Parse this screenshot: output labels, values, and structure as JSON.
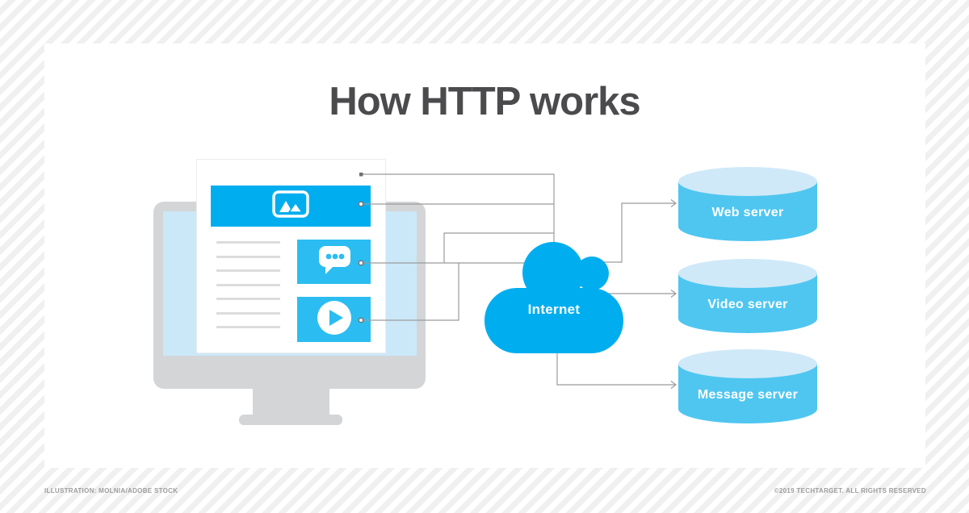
{
  "title": "How HTTP works",
  "client": {
    "name": "browser-on-desktop-computer",
    "page_text_line_count": 7,
    "page_elements": [
      {
        "icon": "image-icon",
        "meaning": "image banner"
      },
      {
        "icon": "chat-bubble-icon",
        "meaning": "message widget"
      },
      {
        "icon": "play-icon",
        "meaning": "video widget"
      }
    ]
  },
  "cloud": {
    "label": "Internet"
  },
  "servers": [
    {
      "label": "Web server"
    },
    {
      "label": "Video server"
    },
    {
      "label": "Message server"
    }
  ],
  "connections": [
    {
      "from": "webpage",
      "to": "internet"
    },
    {
      "from": "image-banner",
      "to": "internet"
    },
    {
      "from": "chat-widget",
      "to": "internet"
    },
    {
      "from": "video-widget",
      "to": "internet"
    },
    {
      "from": "internet",
      "to": "Web server"
    },
    {
      "from": "internet",
      "to": "Video server"
    },
    {
      "from": "internet",
      "to": "Message server"
    }
  ],
  "colors": {
    "brand_blue": "#00aeef",
    "widget_blue": "#2bbdf1",
    "server_body_blue": "#4fc6f0",
    "server_top_blue": "#cfe9f8",
    "screen_blue": "#cbe8f8",
    "monitor_gray": "#d3d5d7",
    "connector_gray": "#9b9b9b",
    "title_gray": "#4b4b4d",
    "stripe_gray": "#f0f0f0"
  },
  "footer": {
    "left": "ILLUSTRATION: MOLNIA/ADOBE STOCK",
    "right": "©2019 TECHTARGET. ALL RIGHTS RESERVED"
  }
}
